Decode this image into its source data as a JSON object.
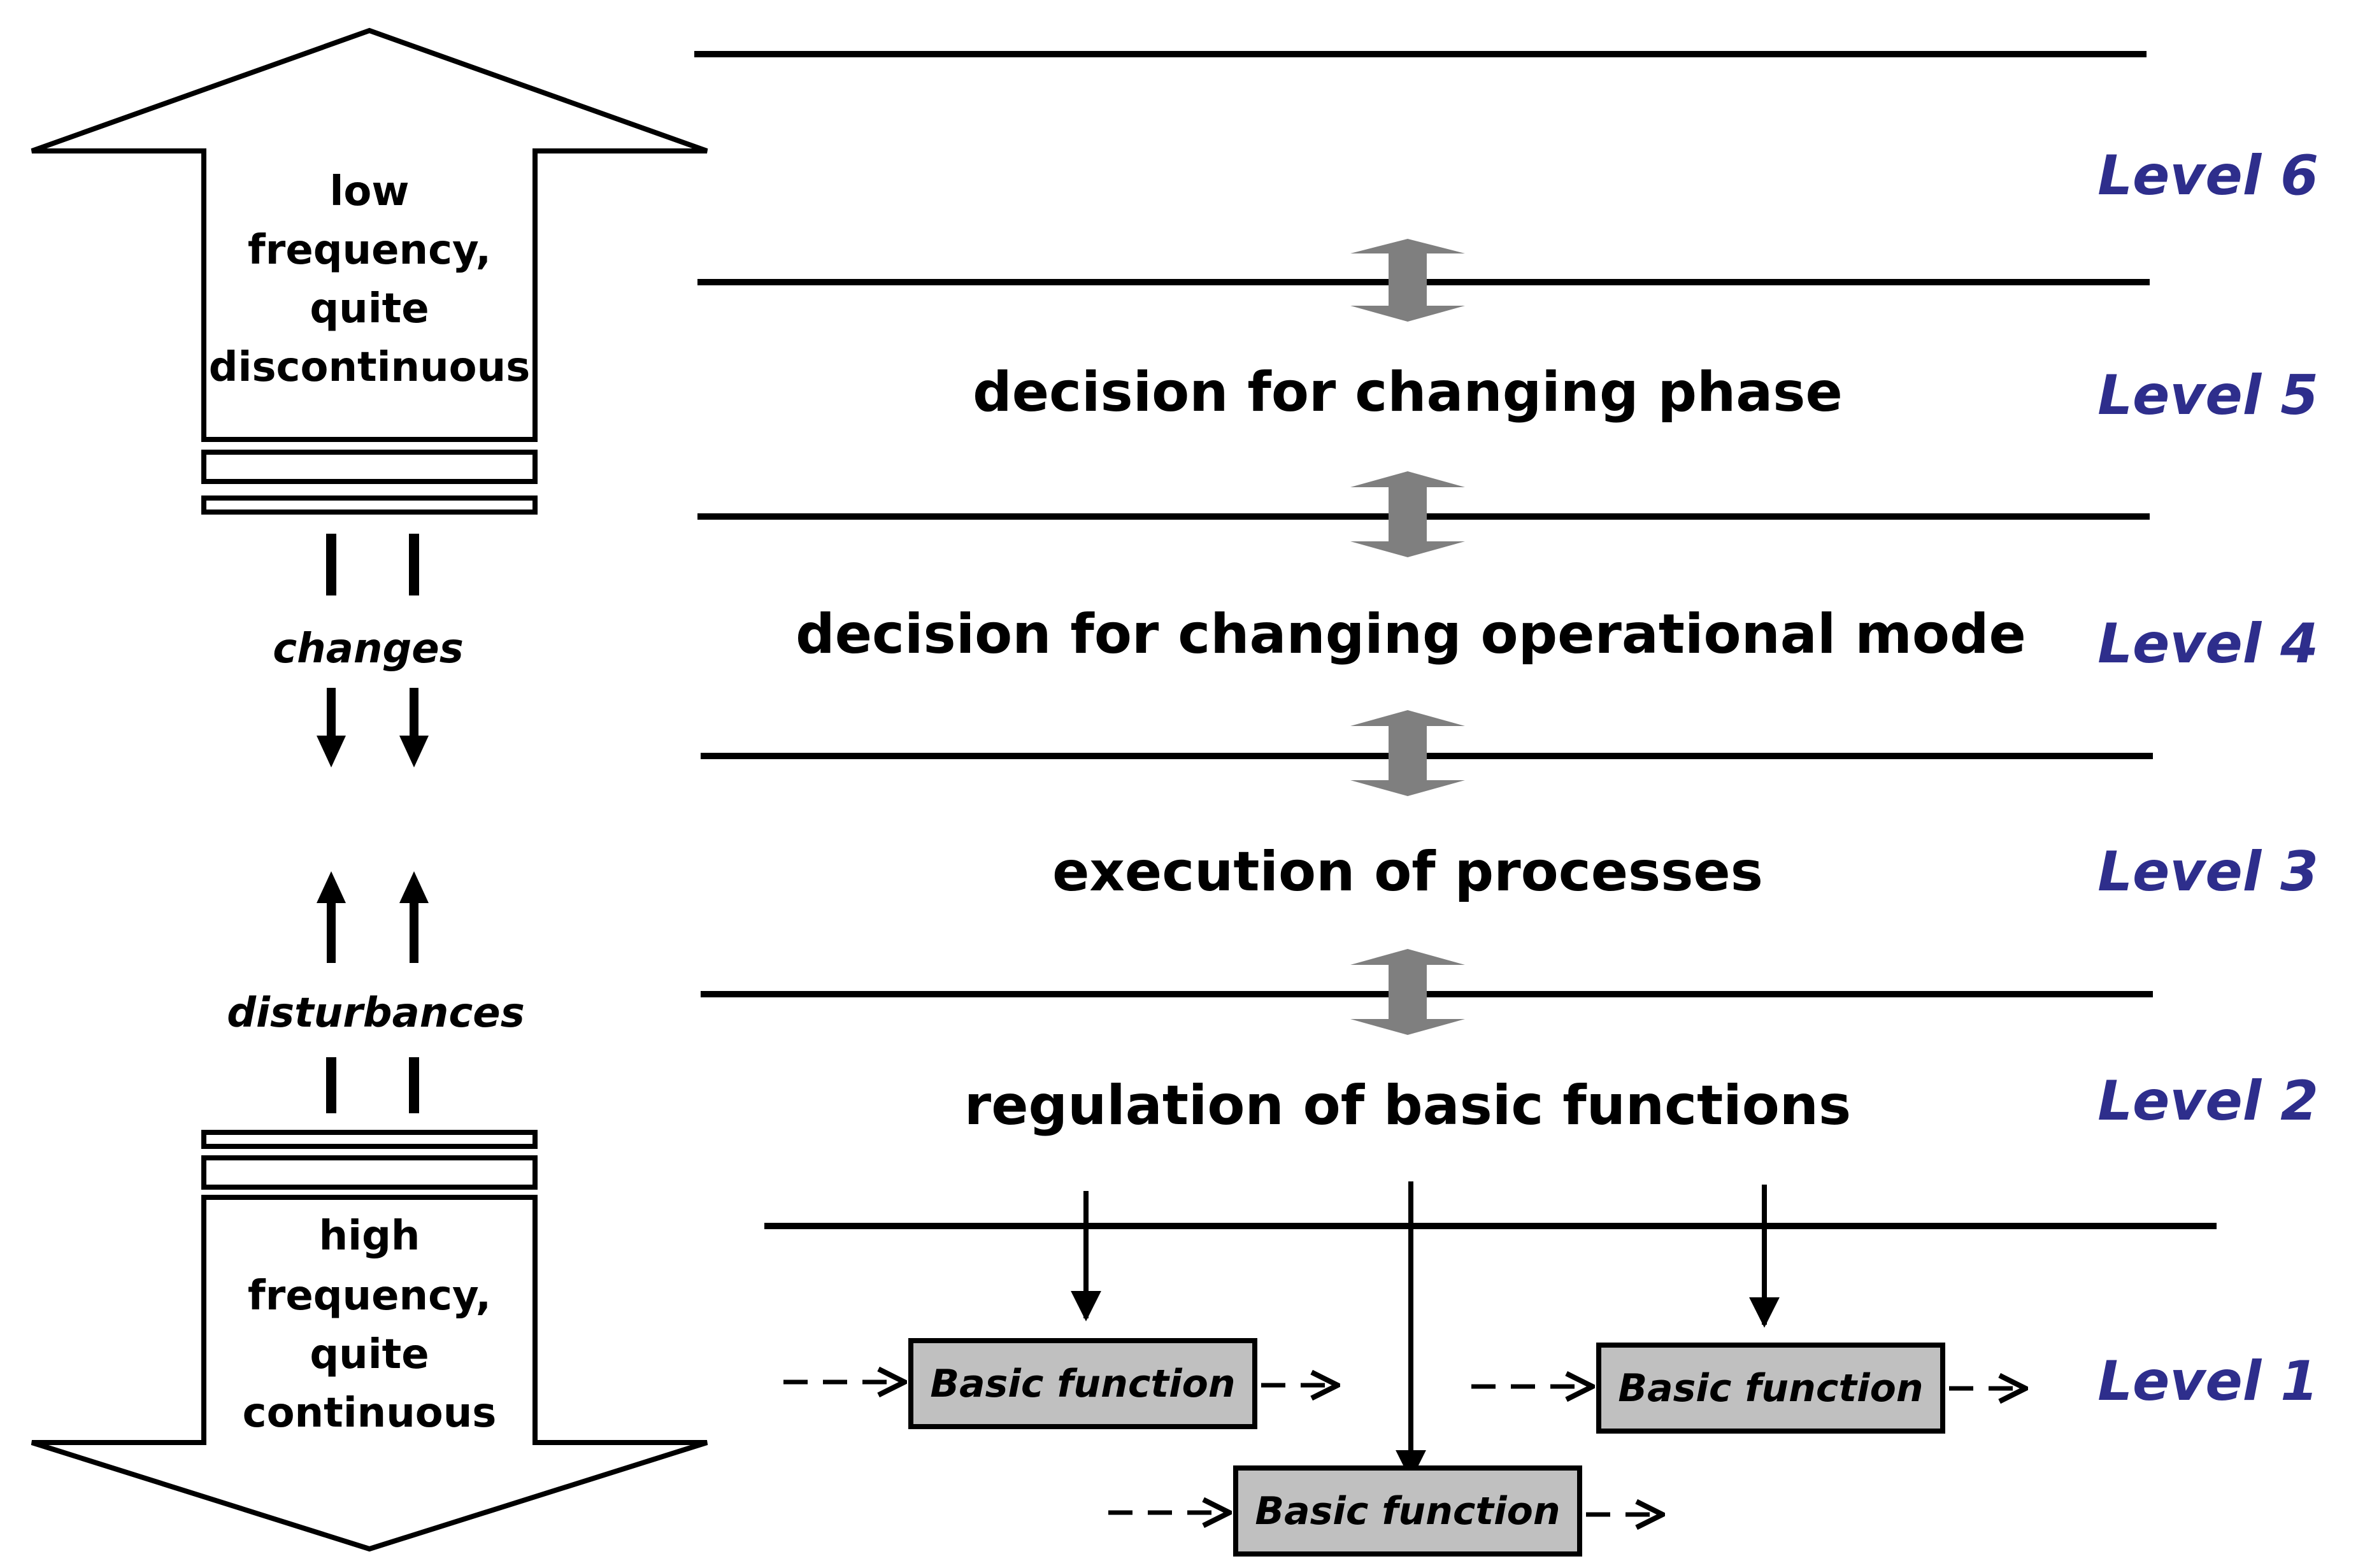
{
  "colors": {
    "level_label": "#2e2e8c",
    "connector_arrow": "#7f7f7f",
    "function_box_fill": "#c0c0c0",
    "line": "#000000"
  },
  "left_column": {
    "top_arrow": {
      "lines": [
        "low",
        "frequency,",
        "quite",
        "discontinuous"
      ]
    },
    "bottom_arrow": {
      "lines": [
        "high",
        "frequency,",
        "quite",
        "continuous"
      ]
    },
    "changes_label": "changes",
    "disturbances_label": "disturbances"
  },
  "layers": [
    {
      "description": "",
      "level": "Level 6"
    },
    {
      "description": "decision for changing phase",
      "level": "Level 5"
    },
    {
      "description": "decision for changing operational mode",
      "level": "Level 4"
    },
    {
      "description": "execution of processes",
      "level": "Level 3"
    },
    {
      "description": "regulation of basic functions",
      "level": "Level 2"
    },
    {
      "description": "",
      "level": "Level 1"
    }
  ],
  "basic_functions": [
    {
      "label": "Basic function"
    },
    {
      "label": "Basic function"
    },
    {
      "label": "Basic function"
    }
  ]
}
